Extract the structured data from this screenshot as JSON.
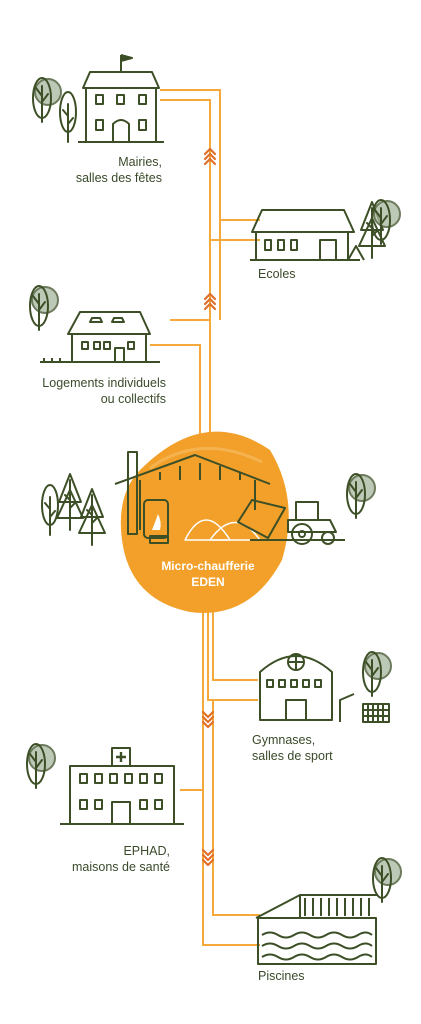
{
  "colors": {
    "line": "#f4a93a",
    "hub": "#f2a02a",
    "ink": "#3d4f26",
    "leaf": "#a8b8a0",
    "chevron": "#e0702a"
  },
  "hub": {
    "line1": "Micro-chaufferie",
    "line2": "EDEN"
  },
  "nodes": {
    "mairies": {
      "line1": "Mairies,",
      "line2": "salles des fêtes"
    },
    "ecoles": {
      "line1": "Ecoles"
    },
    "logements": {
      "line1": "Logements individuels",
      "line2": "ou collectifs"
    },
    "gymnases": {
      "line1": "Gymnases,",
      "line2": "salles de sport"
    },
    "ephad": {
      "line1": "EPHAD,",
      "line2": "maisons de santé"
    },
    "piscines": {
      "line1": "Piscines"
    }
  },
  "icons": [
    "town-hall-icon",
    "school-icon",
    "house-icon",
    "boiler-plant-icon",
    "tractor-icon",
    "gymnasium-icon",
    "nursing-home-icon",
    "swimming-pool-icon",
    "tree-icon",
    "chevron-up-icon",
    "chevron-down-icon"
  ]
}
